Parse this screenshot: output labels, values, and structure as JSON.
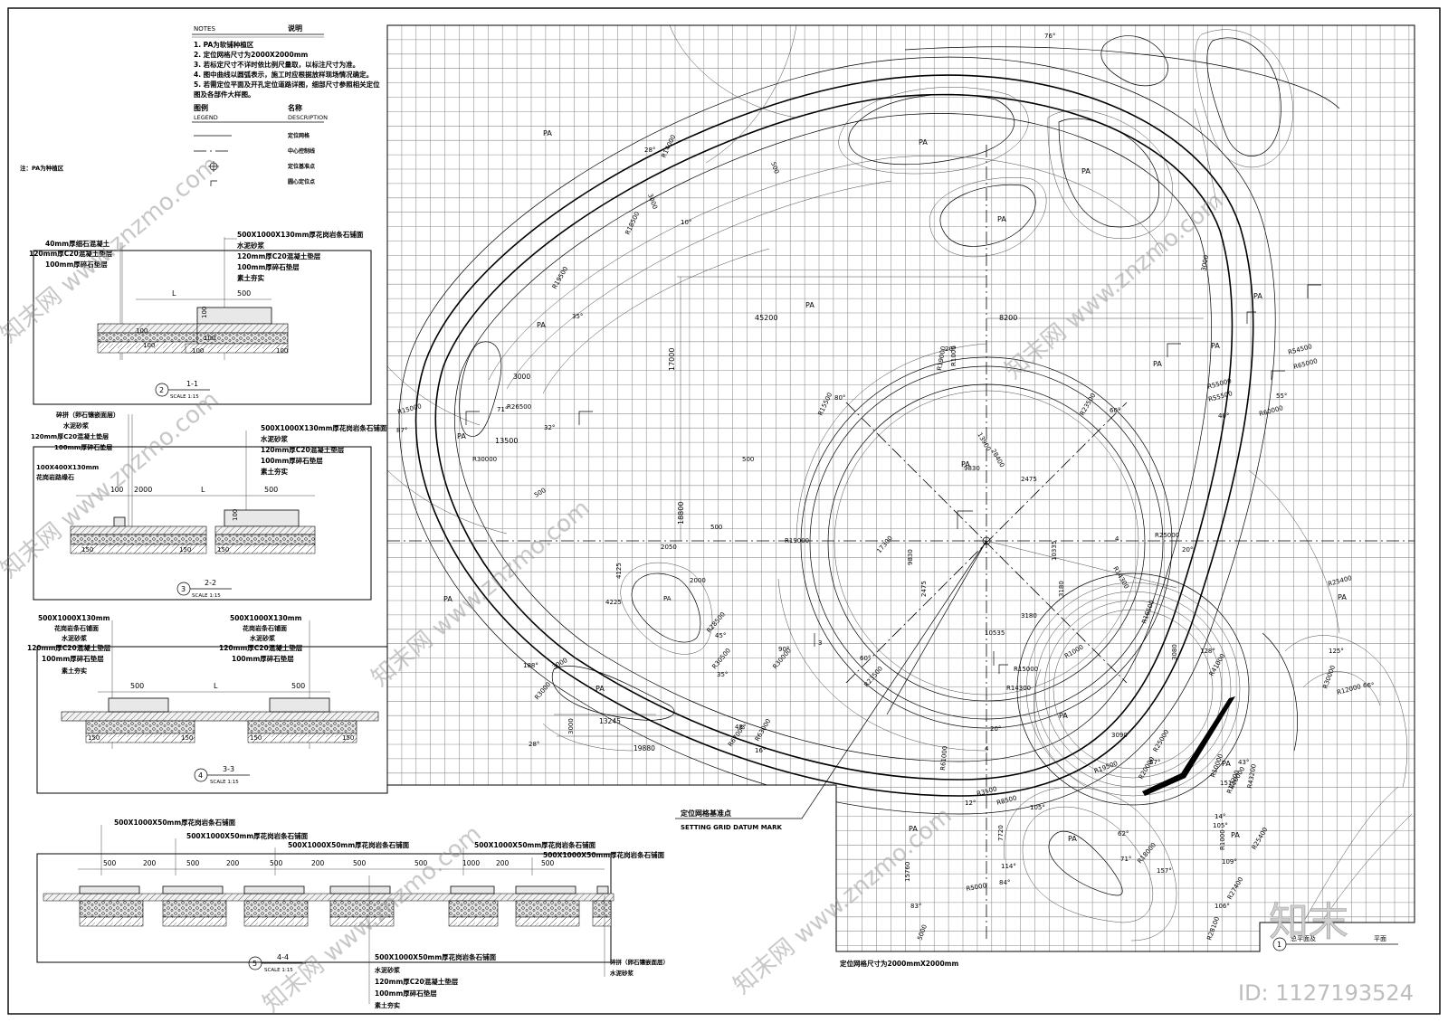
{
  "notes": {
    "title_en": "NOTES",
    "title_cn": "说明",
    "items": [
      "1. PA为软铺种植区",
      "2. 定位网格尺寸为2000X2000mm",
      "3. 若标定尺寸不详时依比例尺量取，以标注尺寸为准。",
      "4. 图中曲线以圆弧表示，施工时应根据放样现场情况确定。",
      "5. 若需定位平面及开孔定位道路详图，细部尺寸参照相关定位",
      "图及各部件大样图。"
    ],
    "legend_cn": "图例",
    "legend_en": "LEGEND",
    "desc_cn": "名称",
    "desc_en": "DESCRIPTION",
    "legend_items": [
      "定位网格",
      "中心控制线",
      "定位基准点",
      "圆心定位点"
    ],
    "pa_note": "注：PA为种植区"
  },
  "sections": [
    {
      "id": "1-1",
      "num": "2",
      "scale": "SCALE 1:15",
      "left_labels": [
        "40mm厚细石混凝土",
        "120mm厚C20混凝土垫层",
        "100mm厚碎石垫层"
      ],
      "right_labels": [
        "500X1000X130mm厚花岗岩条石铺面",
        "水泥砂浆",
        "120mm厚C20混凝土垫层",
        "100mm厚碎石垫层",
        "素土夯实"
      ],
      "dims": [
        "L",
        "500"
      ],
      "small_dims": [
        "100",
        "100",
        "100",
        "100",
        "100",
        "100"
      ]
    },
    {
      "id": "2-2",
      "num": "3",
      "scale": "SCALE 1:15",
      "left_labels": [
        "碎拼（卵石镶嵌面层）",
        "水泥砂浆",
        "120mm厚C20混凝土垫层",
        "100mm厚碎石垫层",
        "100X400X130mm",
        "花岗岩路缘石"
      ],
      "right_labels": [
        "500X1000X130mm厚花岗岩条石铺面",
        "水泥砂浆",
        "120mm厚C20混凝土垫层",
        "100mm厚碎石垫层",
        "素土夯实"
      ],
      "dims": [
        "100",
        "2000",
        "L",
        "500"
      ],
      "small_dims": [
        "150",
        "150",
        "150",
        "100"
      ]
    },
    {
      "id": "3-3",
      "num": "4",
      "scale": "SCALE 1:15",
      "left_labels": [
        "500X1000X130mm",
        "花岗岩条石铺面",
        "水泥砂浆",
        "120mm厚C20混凝土垫层",
        "100mm厚碎石垫层",
        "素土夯实"
      ],
      "right_labels": [
        "500X1000X130mm",
        "花岗岩条石铺面",
        "水泥砂浆",
        "120mm厚C20混凝土垫层",
        "100mm厚碎石垫层"
      ],
      "dims": [
        "500",
        "L",
        "500"
      ],
      "small_dims": [
        "150",
        "150",
        "150",
        "150"
      ]
    },
    {
      "id": "4-4",
      "num": "5",
      "scale": "SCALE 1:15",
      "top_labels": [
        "500X1000X50mm厚花岗岩条石铺面",
        "500X1000X50mm厚花岗岩条石铺面",
        "500X1000X50mm厚花岗岩条石铺面",
        "500X1000X50mm厚花岗岩条石铺面",
        "500X1000X50mm厚花岗岩条石铺面"
      ],
      "bottom_labels": [
        "500X1000X50mm厚花岗岩条石铺面",
        "水泥砂浆",
        "120mm厚C20混凝土垫层",
        "100mm厚碎石垫层",
        "素土夯实"
      ],
      "right_labels": [
        "碎拼（卵石镶嵌面层）",
        "水泥砂浆"
      ],
      "dims": [
        "500",
        "200",
        "500",
        "200",
        "500",
        "200",
        "500",
        "500",
        "1000",
        "200",
        "500"
      ]
    }
  ],
  "plan": {
    "pa": "PA",
    "radii": [
      "R15000",
      "R14000",
      "R18500",
      "R19500",
      "R26500",
      "R30000",
      "R28500",
      "R30500",
      "R30000",
      "R23500",
      "R67000",
      "R61000",
      "R63000",
      "R19000",
      "R15500",
      "R23500",
      "R19000",
      "R14300",
      "R14300",
      "R25000",
      "R25400",
      "R54500",
      "R55000",
      "R65000",
      "R55500",
      "R60000",
      "R30000",
      "R12000",
      "R10000",
      "R25400",
      "R27400",
      "R28100",
      "R15000",
      "R1000",
      "R1000",
      "R19500",
      "R5000",
      "R25000",
      "R18000",
      "R41000",
      "R43200",
      "R3000",
      "R1000",
      "R16500",
      "R12200",
      "R10000",
      "R3500",
      "R8500",
      "R20000"
    ],
    "dims": [
      "45200",
      "8200",
      "17000",
      "18800",
      "13500",
      "3000",
      "4125",
      "4225",
      "2050",
      "2000",
      "13245",
      "19880",
      "3000",
      "17300",
      "9830",
      "2475",
      "10335",
      "3180",
      "3180",
      "10535",
      "2475",
      "9830",
      "13900",
      "28400",
      "3080",
      "3090",
      "3000",
      "3000",
      "500",
      "5000",
      "3000",
      "500",
      "15760",
      "7720",
      "500",
      "500"
    ],
    "angles": [
      "28°",
      "10°",
      "35°",
      "32°",
      "71°",
      "87°",
      "20°",
      "80°",
      "60°",
      "20°",
      "40°",
      "55°",
      "45°",
      "35°",
      "90°",
      "60°",
      "48°",
      "16°",
      "28°",
      "188°",
      "12°",
      "105°",
      "114°",
      "83°",
      "84°",
      "62°",
      "71°",
      "157°",
      "109°",
      "106°",
      "105°",
      "14°",
      "67°",
      "128°",
      "125°",
      "66°",
      "151°",
      "43°",
      "20°",
      "76°"
    ],
    "datum_cn": "定位网格基准点",
    "datum_en": "SETTING GRID DATUM MARK",
    "grid_note": "定位网格尺寸为2000mmX2000mm",
    "section_marks": [
      "4",
      "4",
      "3"
    ],
    "title_num": "1",
    "title_text": "总平面及",
    "title_suffix": "平面"
  },
  "watermarks": [
    "知末网 www.znzmo.com",
    "知末网 www.znzmo.com",
    "知末网 www.znzmo.com",
    "知末网 www.znzmo.com",
    "知末网 www.znzmo.com",
    "知末网 www.znzmo.com"
  ],
  "brand": {
    "logo": "知末",
    "id": "ID: 1127193524"
  }
}
